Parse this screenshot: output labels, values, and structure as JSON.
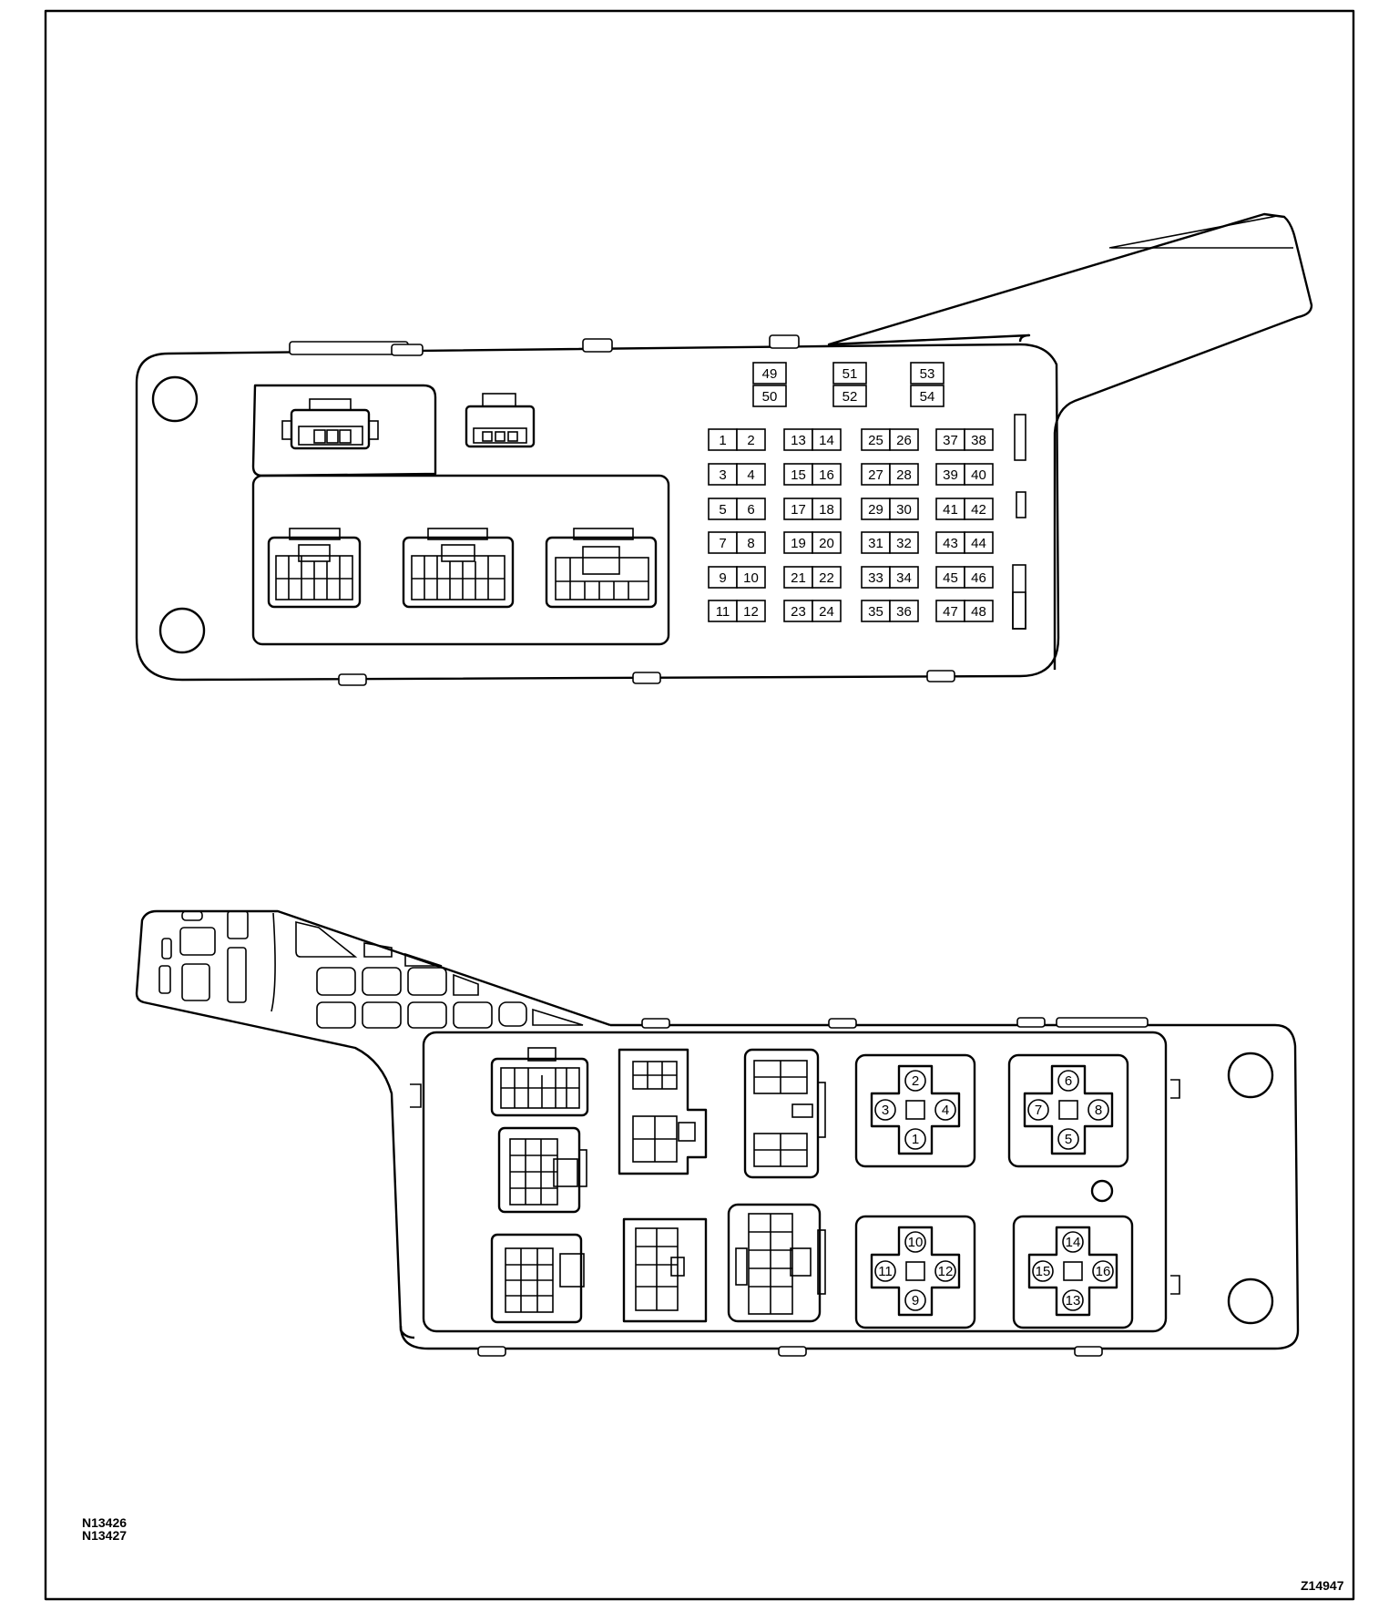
{
  "figure_codes": [
    "N13426",
    "N13427"
  ],
  "drawing_code": "Z14947",
  "upper_block": {
    "fuses": [
      "1",
      "2",
      "3",
      "4",
      "5",
      "6",
      "7",
      "8",
      "9",
      "10",
      "11",
      "12",
      "13",
      "14",
      "15",
      "16",
      "17",
      "18",
      "19",
      "20",
      "21",
      "22",
      "23",
      "24",
      "25",
      "26",
      "27",
      "28",
      "29",
      "30",
      "31",
      "32",
      "33",
      "34",
      "35",
      "36",
      "37",
      "38",
      "39",
      "40",
      "41",
      "42",
      "43",
      "44",
      "45",
      "46",
      "47",
      "48"
    ],
    "top_fuses": [
      "49",
      "50",
      "51",
      "52",
      "53",
      "54"
    ]
  },
  "lower_block": {
    "relay_terminals": [
      [
        "2",
        "3",
        "4",
        "1"
      ],
      [
        "6",
        "7",
        "8",
        "5"
      ],
      [
        "10",
        "11",
        "12",
        "9"
      ],
      [
        "14",
        "15",
        "16",
        "13"
      ]
    ]
  }
}
